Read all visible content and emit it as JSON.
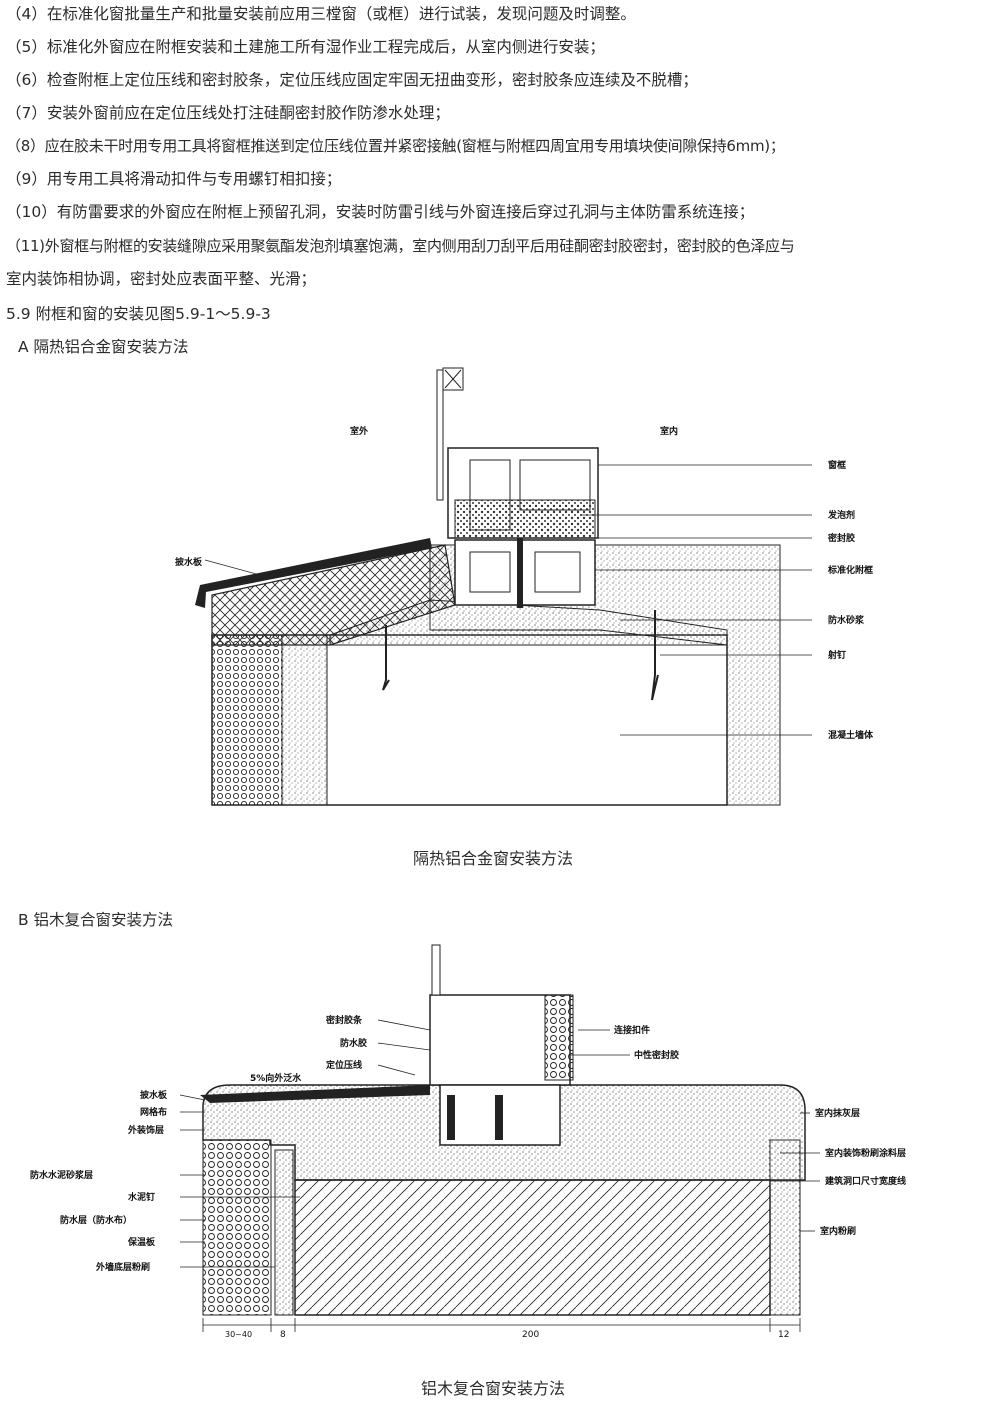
{
  "paragraphs": [
    "（4）在标准化窗批量生产和批量安装前应用三樘窗（或框）进行试装，发现问题及时调整。",
    "（5）标准化外窗应在附框安装和土建施工所有湿作业工程完成后，从室内侧进行安装；",
    "（6）检查附框上定位压线和密封胶条，定位压线应固定牢固无扭曲变形，密封胶条应连续及不脱槽；",
    "（7）安装外窗前应在定位压线处打注硅酮密封胶作防渗水处理；",
    "（8）应在胶未干时用专用工具将窗框推送到定位压线位置并紧密接触(窗框与附框四周宜用专用填块使间隙保持6mm)；",
    "（9）用专用工具将滑动扣件与专用螺钉相扣接；",
    "（10）有防雷要求的外窗应在附框上预留孔洞，安装时防雷引线与外窗连接后穿过孔洞与主体防雷系统连接；",
    "（11)外窗框与附框的安装缝隙应采用聚氨酯发泡剂填塞饱满，室内侧用刮刀刮平后用硅酮密封胶密封，密封胶的色泽应与",
    "室内装饰相协调，密封处应表面平整、光滑；"
  ],
  "section_title": "5.9  附框和窗的安装见图5.9-1～5.9-3",
  "sub_a": "A  隔热铝合金窗安装方法",
  "sub_b": "B  铝木复合窗安装方法",
  "caption_a": "隔热铝合金窗安装方法",
  "caption_b": "铝木复合窗安装方法",
  "figure_a": {
    "outside": "室外",
    "inside": "室内",
    "labels": [
      "窗框",
      "发泡剂",
      "密封胶",
      "标准化附框",
      "防水砂浆",
      "射钉",
      "混凝土墙体"
    ],
    "left_label": "披水板"
  },
  "figure_b": {
    "slope_note": "5%向外泛水",
    "top_labels": [
      "密封胶条",
      "防水胶",
      "定位压线"
    ],
    "top_right_labels": [
      "连接扣件",
      "中性密封胶"
    ],
    "left_labels": [
      "披水板",
      "网格布",
      "外装饰层",
      "防水水泥砂浆层",
      "水泥钉",
      "防水层（防水布）",
      "保温板",
      "外墙底层粉刷"
    ],
    "right_labels": [
      "室内抹灰层",
      "室内装饰粉刷涂料层",
      "建筑洞口尺寸宽度线",
      "室内粉刷"
    ],
    "dims": [
      "30~40",
      "8",
      "200",
      "12"
    ]
  }
}
